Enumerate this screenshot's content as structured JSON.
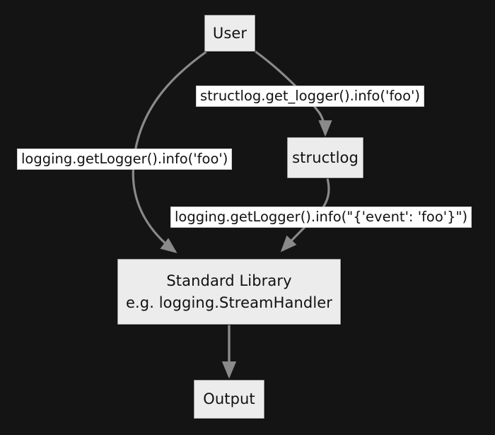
{
  "diagram": {
    "type": "flowchart",
    "background_color": "#141414",
    "node_fill_color": "#ececec",
    "node_border_color": "#999999",
    "node_text_color": "#111111",
    "edge_color": "#8a8a8a",
    "edge_label_bg_color": "#ffffff",
    "nodes": [
      {
        "id": "user",
        "label": "User"
      },
      {
        "id": "structlog",
        "label": "structlog"
      },
      {
        "id": "stdlib",
        "label_line1": "Standard Library",
        "label_line2": "e.g. logging.StreamHandler"
      },
      {
        "id": "output",
        "label": "Output"
      }
    ],
    "edges": [
      {
        "id": "user-to-structlog",
        "from": "User",
        "to": "structlog",
        "label": "structlog.get_logger().info('foo')"
      },
      {
        "id": "user-to-stdlib",
        "from": "User",
        "to": "Standard Library",
        "label": "logging.getLogger().info('foo')"
      },
      {
        "id": "structlog-to-stdlib",
        "from": "structlog",
        "to": "Standard Library",
        "label": "logging.getLogger().info(\"{'event': 'foo'}\")"
      },
      {
        "id": "stdlib-to-output",
        "from": "Standard Library",
        "to": "Output",
        "label": ""
      }
    ]
  }
}
